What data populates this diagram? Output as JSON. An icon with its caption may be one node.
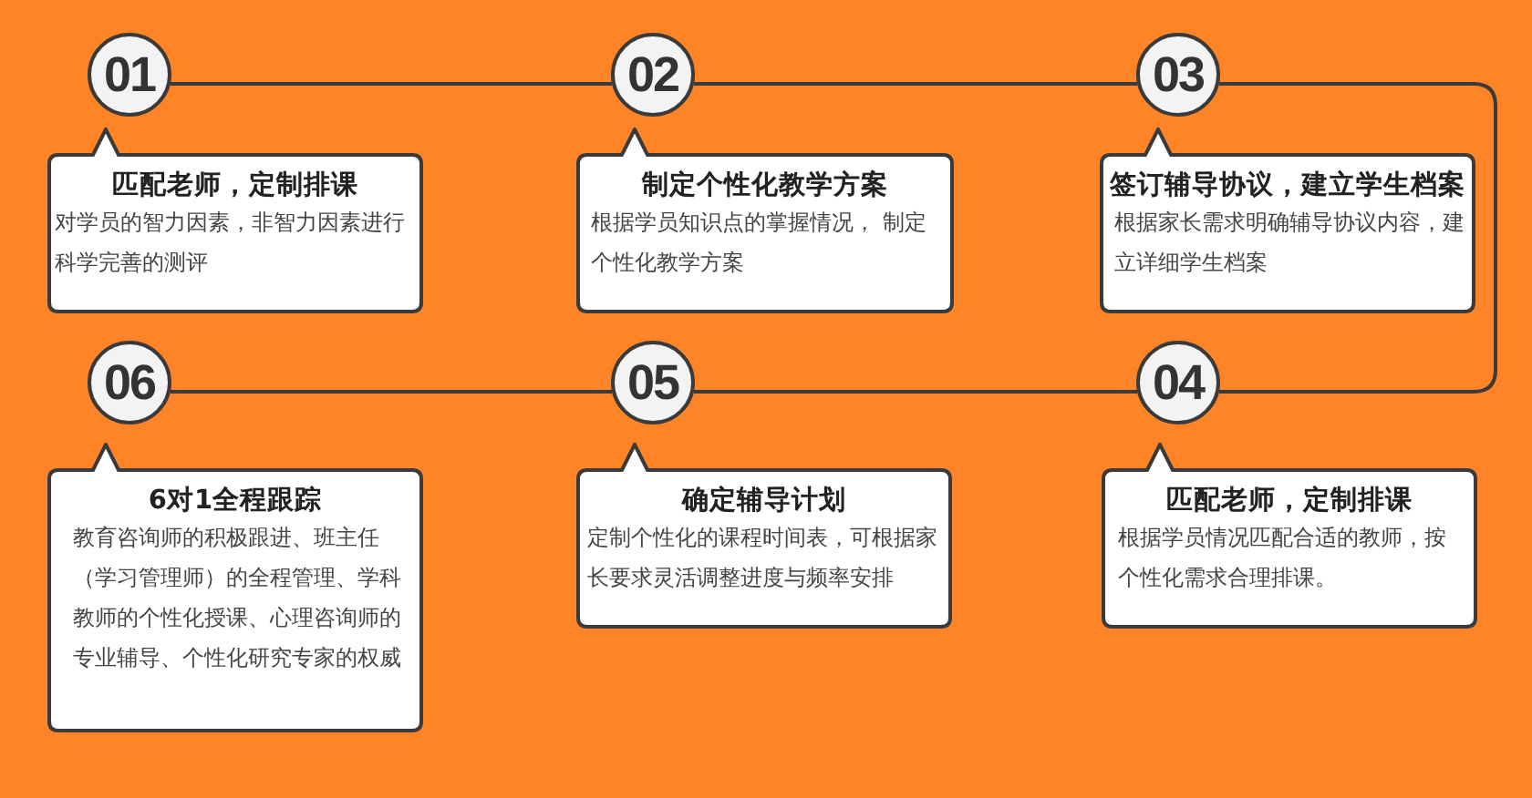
{
  "diagram": {
    "nodes": [
      {
        "text": [
          "01"
        ]
      },
      {
        "text": [
          "匹配老师，定制排课",
          "对学员的智力因素，非智力因素进行科学完善的测评"
        ]
      },
      {
        "text": [
          "02"
        ]
      },
      {
        "text": [
          "制定个性化教学方案",
          "根据学员知识点的掌握情况， 制定个性化教学方案"
        ]
      },
      {
        "text": [
          "03"
        ]
      },
      {
        "text": [
          "签订辅导协议，建立学生档案",
          "根据家长需求明确辅导协议内容，建立详细学生档案"
        ]
      },
      {
        "text": [
          "04"
        ]
      },
      {
        "text": [
          "匹配老师，定制排课",
          "根据学员情况匹配合适的教师，按个性化需求合理排课。"
        ]
      },
      {
        "text": [
          "05"
        ]
      },
      {
        "text": [
          "确定辅导计划",
          "定制个性化的课程时间表，可根据家长要求灵活调整进度与频率安排"
        ]
      },
      {
        "text": [
          "06"
        ]
      },
      {
        "text": [
          "6对1全程跟踪",
          "教育咨询师的积极跟进、班主任（学习管理师）的全程管理、学科教师的个性化授课、心理咨询师的专业辅导、个性化研究专家的权威"
        ]
      }
    ],
    "edges": [
      {
        "from": 0,
        "to": 2,
        "arrow": "none"
      },
      {
        "from": 2,
        "to": 4,
        "arrow": "none"
      },
      {
        "from": 4,
        "to": 6,
        "arrow": "none"
      },
      {
        "from": 6,
        "to": 8,
        "arrow": "none"
      },
      {
        "from": 8,
        "to": 10,
        "arrow": "none"
      }
    ]
  }
}
